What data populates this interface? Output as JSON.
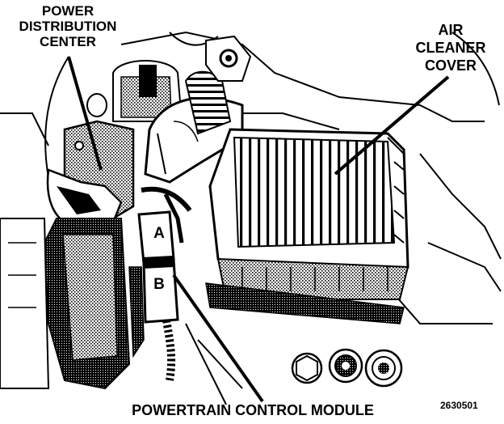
{
  "labels": {
    "power_distribution_center": [
      "POWER",
      "DISTRIBUTION",
      "CENTER"
    ],
    "air_cleaner_cover": [
      "AIR",
      "CLEANER",
      "COVER"
    ],
    "powertrain_control_module": "POWERTRAIN CONTROL MODULE",
    "figure_number": "2630501"
  },
  "connectors": {
    "a": "A",
    "b": "B"
  }
}
